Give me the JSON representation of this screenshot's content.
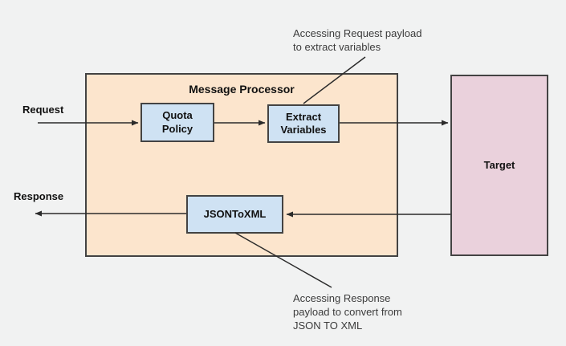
{
  "canvas": {
    "background_color": "#f1f2f2"
  },
  "nodes": {
    "message_processor": {
      "label": "Message Processor",
      "fill": "#fce5cd"
    },
    "quota_policy": {
      "label": "Quota\nPolicy",
      "fill": "#cfe2f3"
    },
    "extract_variables": {
      "label": "Extract\nVariables",
      "fill": "#cfe2f3"
    },
    "json_to_xml": {
      "label": "JSONToXML",
      "fill": "#cfe2f3"
    },
    "target": {
      "label": "Target",
      "fill": "#ead1dc"
    }
  },
  "flow_labels": {
    "request": "Request",
    "response": "Response"
  },
  "annotations": {
    "top": "Accessing Request payload\nto extract variables",
    "bottom": "Accessing Response\npayload to convert from\nJSON TO XML"
  }
}
